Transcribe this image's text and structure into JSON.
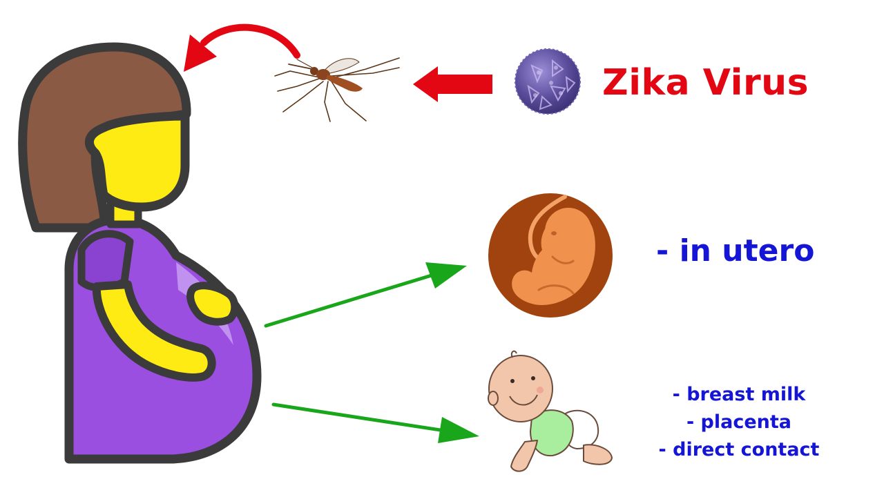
{
  "labels": {
    "virus_name": "Zika Virus",
    "in_utero": "- in utero",
    "other_modes": [
      "- breast milk",
      "- placenta",
      "- direct contact"
    ]
  },
  "colors": {
    "title_red": "#e30613",
    "text_blue": "#1515d6",
    "arrow_red": "#e30613",
    "arrow_green": "#1aa61a",
    "outline": "#3b3b3b",
    "hair": "#8b5a45",
    "skin_yellow": "#ffeb14",
    "dress_purple": "#9a4fe0",
    "womb_brown": "#a0430f",
    "fetus_orange": "#f0914e",
    "baby_shirt": "#a8ee9e",
    "baby_skin": "#f2c6aa",
    "virus_purple": "#5a4c9a"
  },
  "icons": {
    "person": "pregnant-woman-icon",
    "mosquito": "mosquito-icon",
    "virus": "virus-particle-icon",
    "fetus": "fetus-in-womb-icon",
    "baby": "crawling-baby-icon"
  }
}
